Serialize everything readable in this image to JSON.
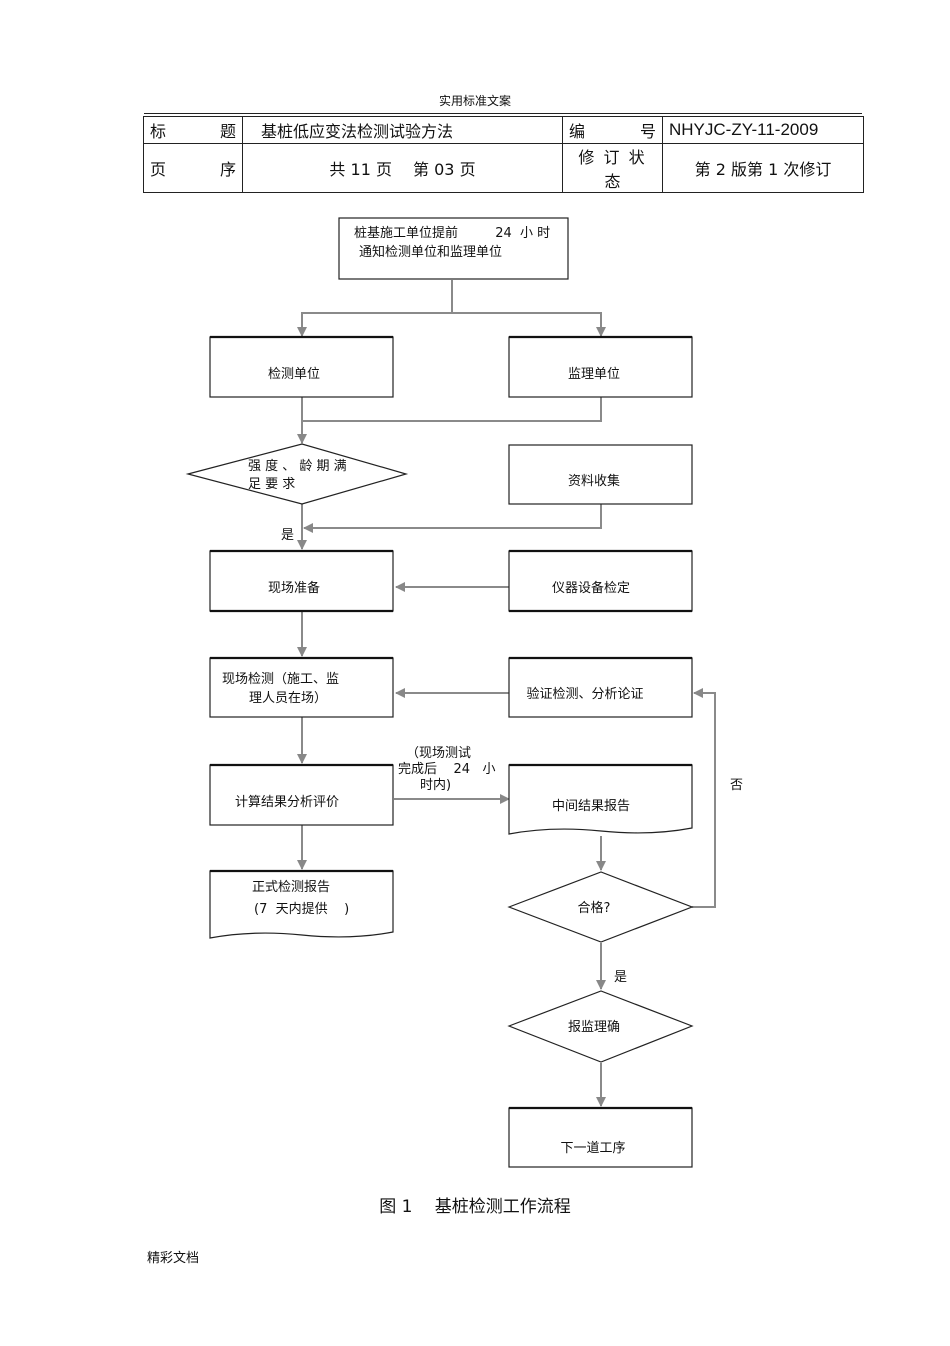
{
  "header": {
    "text": "实用标准文案"
  },
  "meta_table": {
    "title_label_a": "标",
    "title_label_b": "题",
    "title_value": "基桩低应变法检测试验方法",
    "code_label_a": "编",
    "code_label_b": "号",
    "code_value": "NHYJC-ZY-11-2009",
    "page_label_a": "页",
    "page_label_b": "序",
    "page_value": "共 11 页　 第 03 页",
    "rev_label_line1": "修 订 状",
    "rev_label_line2": "态",
    "rev_value": "第 2 版第 1 次修订"
  },
  "flow": {
    "notify": [
      "桩基施工单位提前         24  小 时",
      "通知检测单位和监理单位"
    ],
    "inspection_unit": "检测单位",
    "supervision_unit": "监理单位",
    "strength_check": [
      "强 度 、 龄 期 满",
      "足 要 求"
    ],
    "data_collection": "资料收集",
    "yes_1": "是",
    "site_prep": "现场准备",
    "instrument_calib": "仪器设备检定",
    "site_test": [
      "现场检测（施工、监",
      "理人员在场）"
    ],
    "verify": "验证检测、分析论证",
    "calc": "计算结果分析评价",
    "time_note": [
      "（现场测试",
      "完成后    24   小",
      "时内)"
    ],
    "mid_report": "中间结果报告",
    "no": "否",
    "formal_report": [
      "正式检测报告",
      "(7  天内提供    )"
    ],
    "qualified": "合格?",
    "yes_2": "是",
    "report_confirm": "报监理确",
    "next_step": "下一道工序"
  },
  "caption": "图 1　 基桩检测工作流程",
  "footer": "精彩文档"
}
